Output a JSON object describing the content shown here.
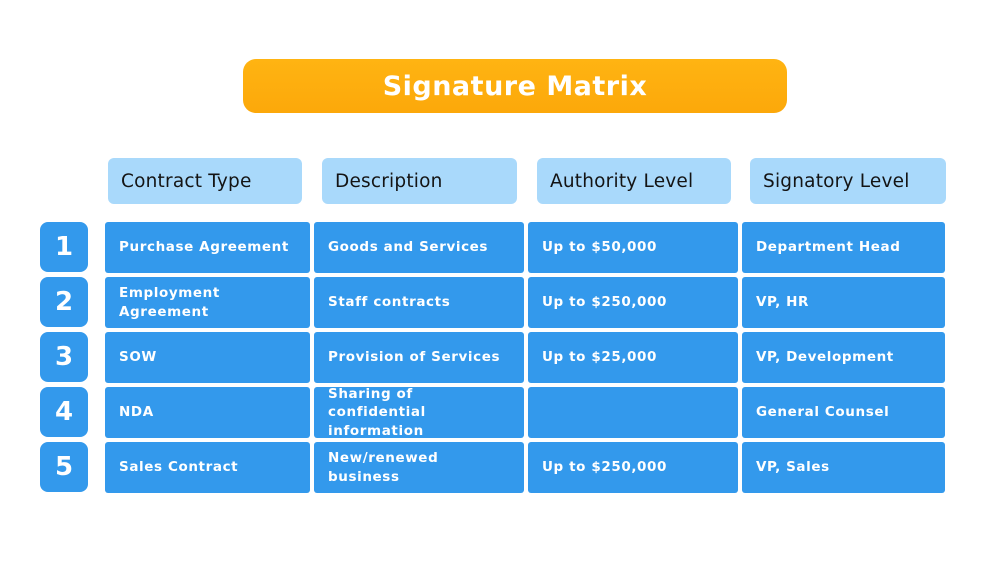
{
  "title": {
    "label": "Signature Matrix"
  },
  "colors": {
    "accent_orange": "#FFAE10",
    "header_light_blue": "#A9D9FB",
    "cell_blue": "#3399EC",
    "header_text": "#141414",
    "cell_text": "#FFFFFF"
  },
  "table": {
    "columns": [
      "Contract Type",
      "Description",
      "Authority Level",
      "Signatory Level"
    ],
    "rows": [
      {
        "num": "1",
        "cells": [
          "Purchase Agreement",
          "Goods and Services",
          "Up to $50,000",
          "Department Head"
        ]
      },
      {
        "num": "2",
        "cells": [
          "Employment Agreement",
          "Staff contracts",
          "Up to $250,000",
          "VP, HR"
        ]
      },
      {
        "num": "3",
        "cells": [
          "SOW",
          "Provision of Services",
          "Up to $25,000",
          "VP, Development"
        ]
      },
      {
        "num": "4",
        "cells": [
          "NDA",
          "Sharing of confidential information",
          "",
          "General Counsel"
        ]
      },
      {
        "num": "5",
        "cells": [
          "Sales Contract",
          "New/renewed business",
          "Up to $250,000",
          "VP, Sales"
        ]
      }
    ]
  }
}
